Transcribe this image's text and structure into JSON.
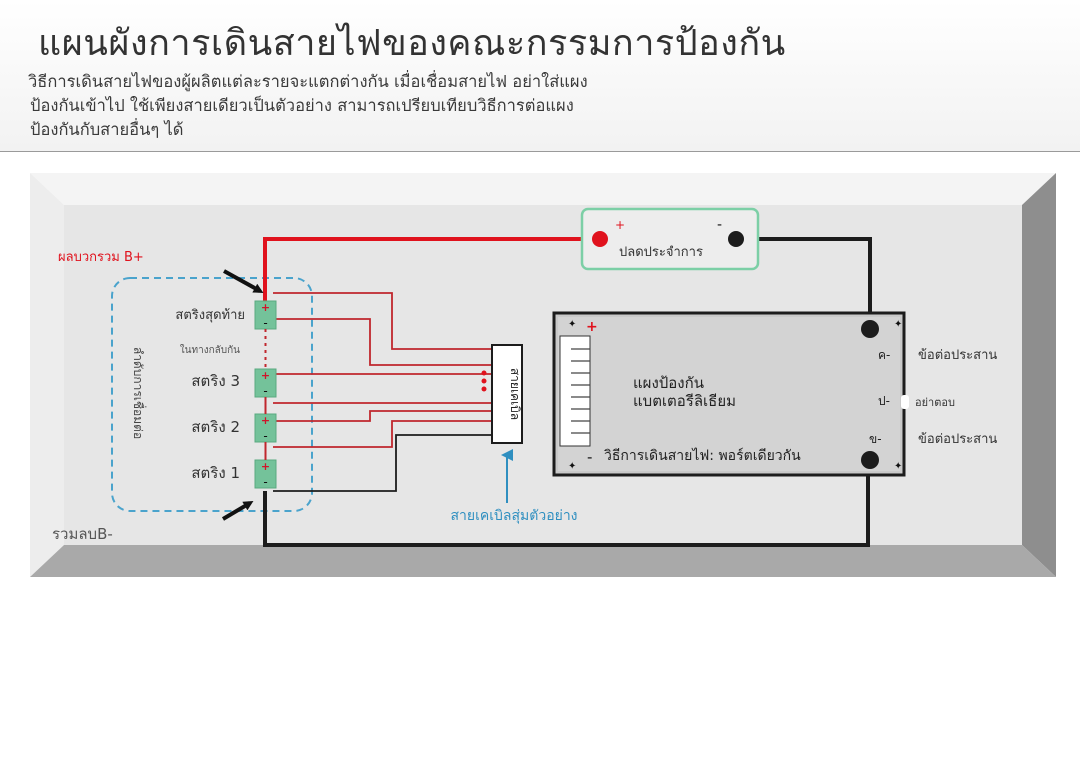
{
  "header": {
    "title": "แผนผังการเดินสายไฟของคณะกรรมการป้องกัน",
    "desc_line1": "วิธีการเดินสายไฟของผู้ผลิตแต่ละรายจะแตกต่างกัน เมื่อเชื่อมสายไฟ อย่าใส่แผง",
    "desc_line2": "ป้องกันเข้าไป ใช้เพียงสายเดียวเป็นตัวอย่าง สามารถเปรียบเทียบวิธีการต่อแผง",
    "desc_line3": "ป้องกันกับสายอื่นๆ ได้"
  },
  "diagram": {
    "total_positive": "ผลบวกรวม B+",
    "total_negative": "รวมลบB-",
    "series_label": "ลำดับการเชื่อมต่อ",
    "reverse_order": "ในทางกลับกัน",
    "strings": [
      "สตริงสุดท้าย",
      "สตริง 3",
      "สตริง 2",
      "สตริง 1"
    ],
    "load": {
      "plus_sign": "+",
      "minus_sign": "-",
      "label": "ปลดประจำการ"
    },
    "cable_label": "สายเคเบิล",
    "sample_cable": "สายเคเบิลสุ่มตัวอย่าง",
    "board": {
      "title_line1": "แผงป้องกัน",
      "title_line2": "แบตเตอรีลิเธียม",
      "plus_sign": "+",
      "minus_sign": "-",
      "wiring_method": "วิธีการเดินสายไฟ: พอร์ตเดียวกัน",
      "port_c": "ค-",
      "port_p": "ป-",
      "port_b": "ข-"
    },
    "right_labels": {
      "c": "ข้อต่อประสาน",
      "p": "อย่าตอบ",
      "b": "ข้อต่อประสาน"
    },
    "colors": {
      "positive_wire": "#e0121d",
      "negative_wire": "#1c1c1c",
      "dashed_box": "#4aa3cc",
      "load_border": "#7ccfa6",
      "cell": "#74c29a",
      "arrow_blue": "#2f8fc0",
      "frame": "#9a9a9a"
    }
  }
}
